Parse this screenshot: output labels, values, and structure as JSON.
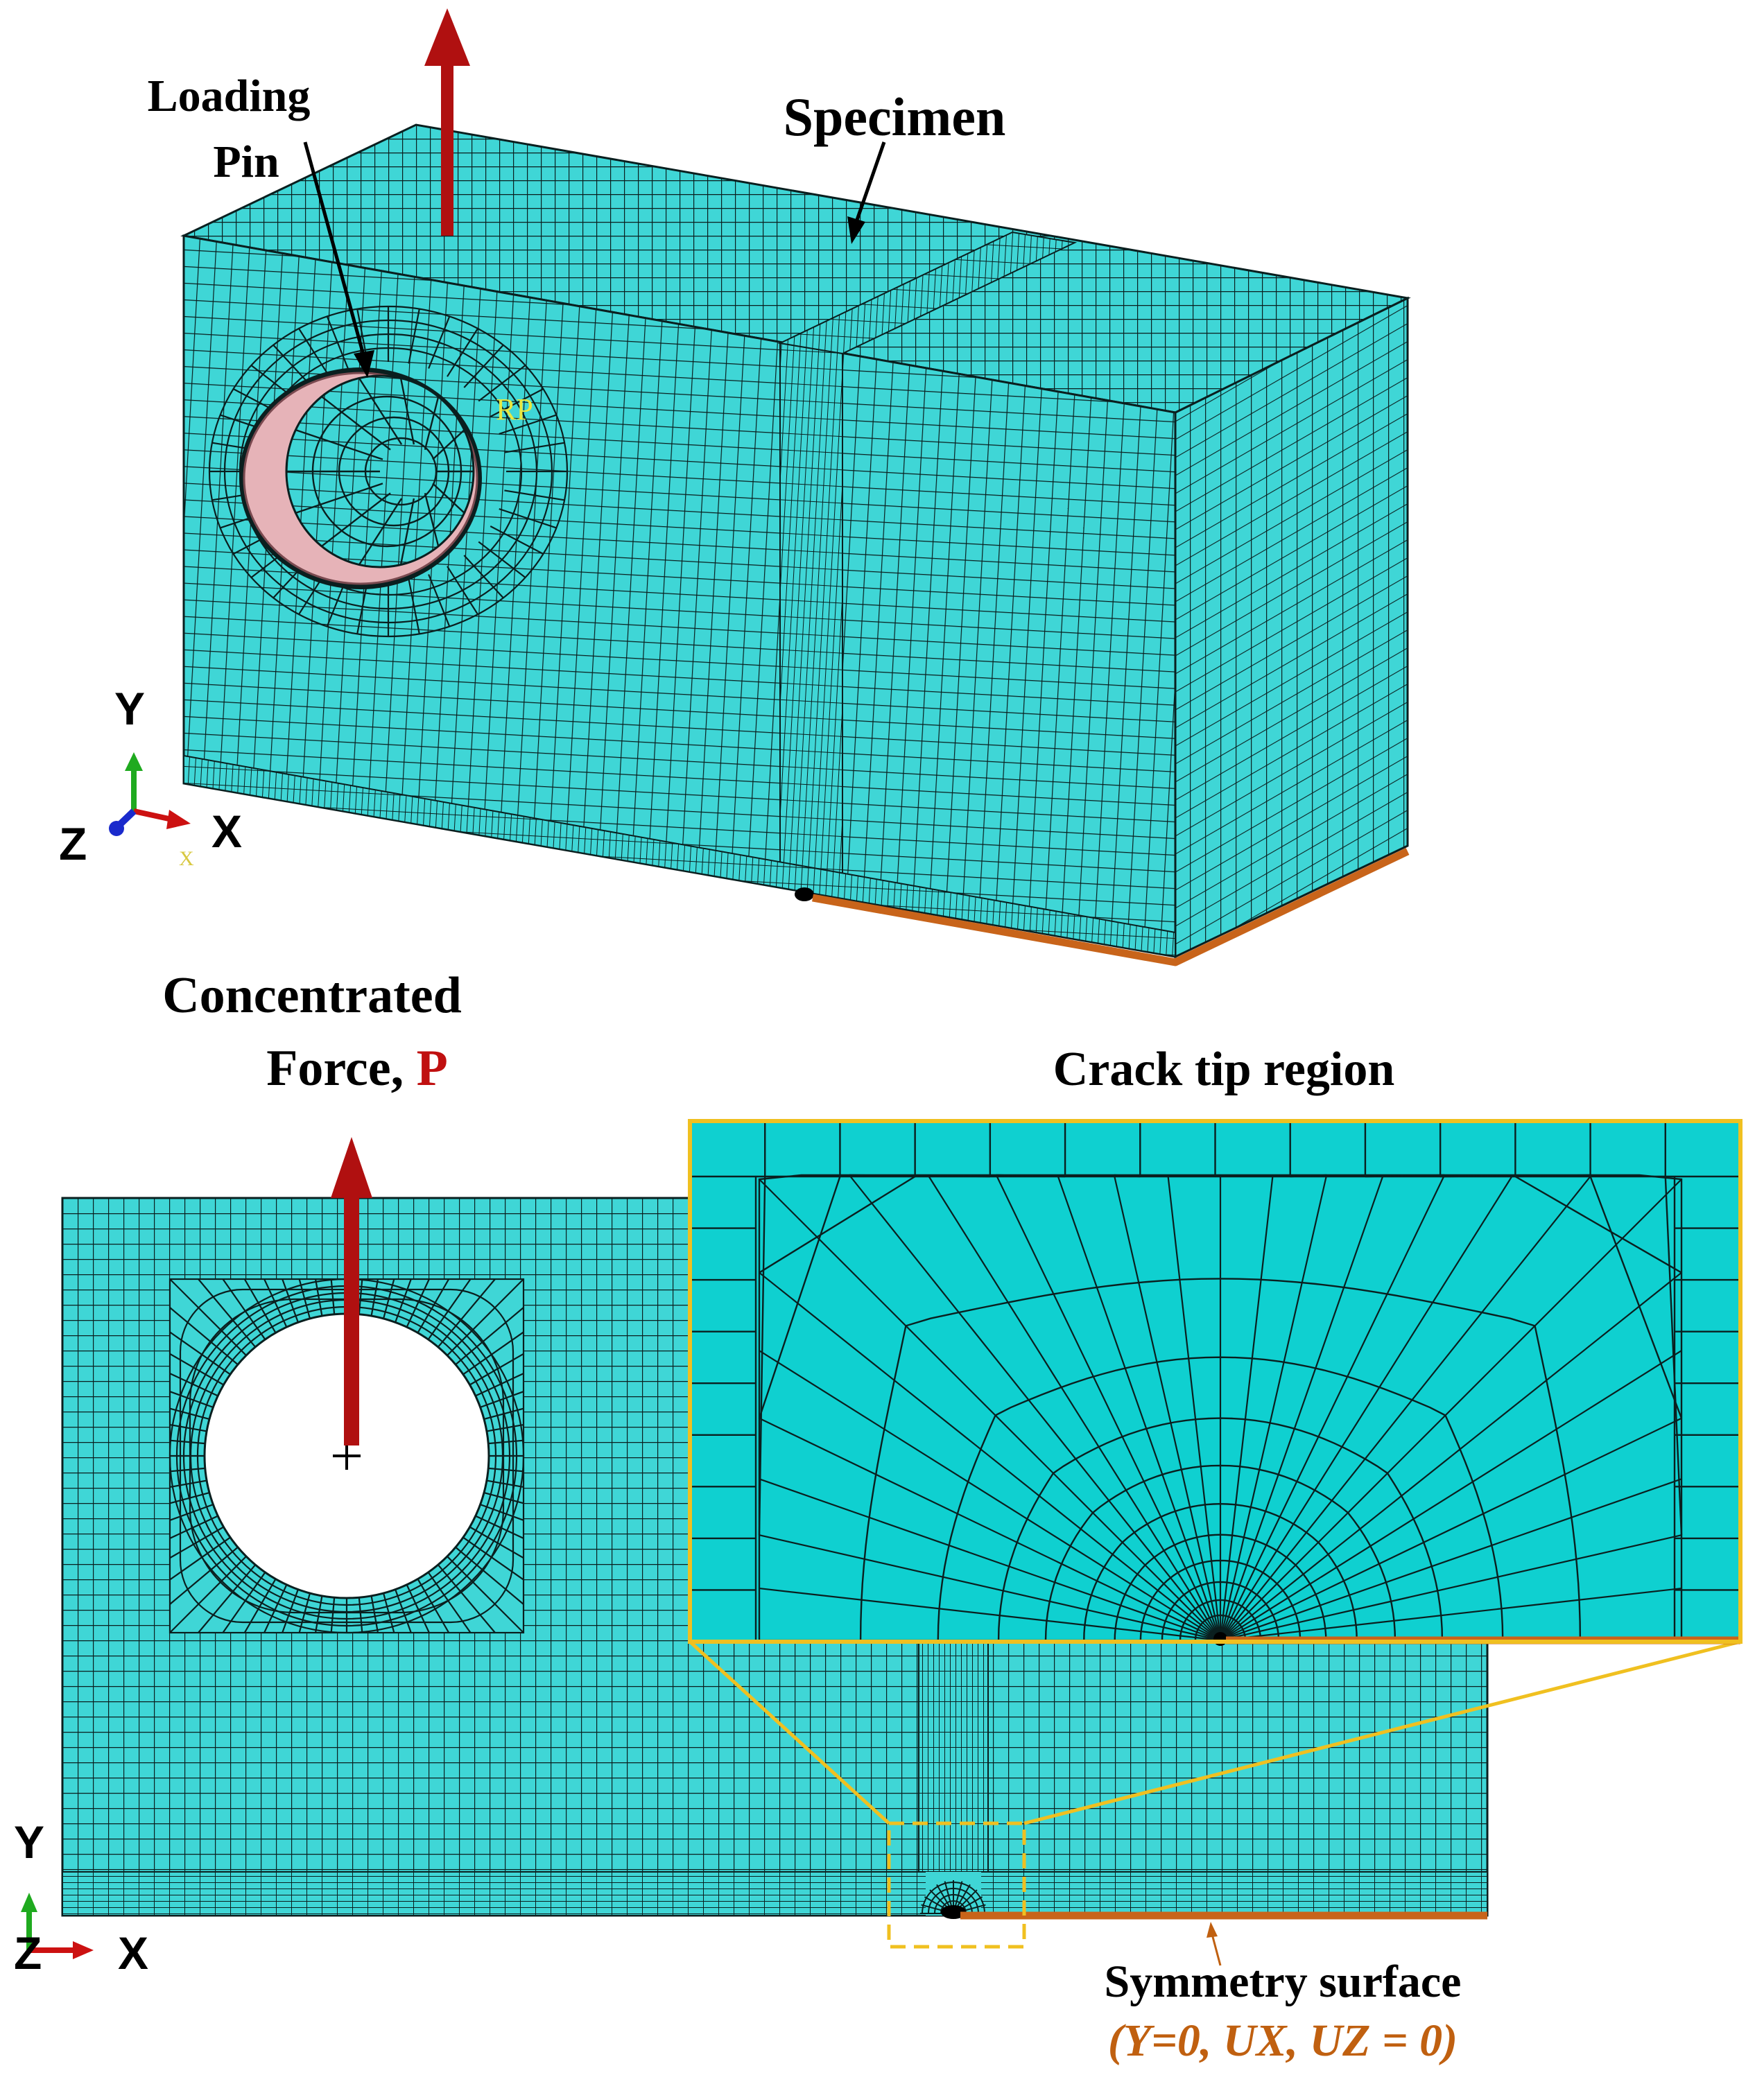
{
  "labels": {
    "loading_pin_line1": "Loading",
    "loading_pin_line2": "Pin",
    "specimen": "Specimen",
    "rp": "RP",
    "concentrated_line1": "Concentrated",
    "concentrated_line2_prefix": "Force, ",
    "concentrated_symbol": "P",
    "crack_tip": "Crack tip region",
    "symmetry_line1": "Symmetry surface",
    "symmetry_line2": "(Y=0, UX, UZ = 0)"
  },
  "triad_3d": {
    "y": "Y",
    "z": "Z",
    "x": "X",
    "small_x": "X"
  },
  "triad_2d": {
    "y": "Y",
    "z": "Z",
    "x": "X"
  },
  "colors": {
    "mesh_fill": "#3fd6d6",
    "inset_fill": "#0fd0d0",
    "mesh_line": "#0a1f1f",
    "force_arrow": "#b01010",
    "symmetry_edge": "#c8641a",
    "pin_fill": "#e6b3b8",
    "inset_frame": "#f0c020",
    "symmetry_text": "#c06010",
    "rp_text": "#e8e840"
  }
}
